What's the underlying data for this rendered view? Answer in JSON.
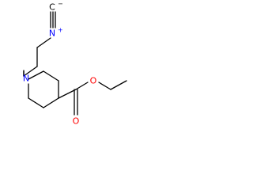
{
  "molecule": {
    "atoms": {
      "isocyanide_carbon": {
        "label": "C",
        "charge": "−"
      },
      "isocyanide_nitrogen": {
        "label": "N",
        "charge": "+"
      },
      "ring_nitrogen": {
        "label": "N"
      },
      "ester_oxygen": {
        "label": "O"
      },
      "carbonyl_oxygen": {
        "label": "O"
      }
    },
    "colors": {
      "bond": "#000000",
      "carbon": "#000000",
      "nitrogen": "#0000ff",
      "oxygen": "#ff0000"
    }
  }
}
